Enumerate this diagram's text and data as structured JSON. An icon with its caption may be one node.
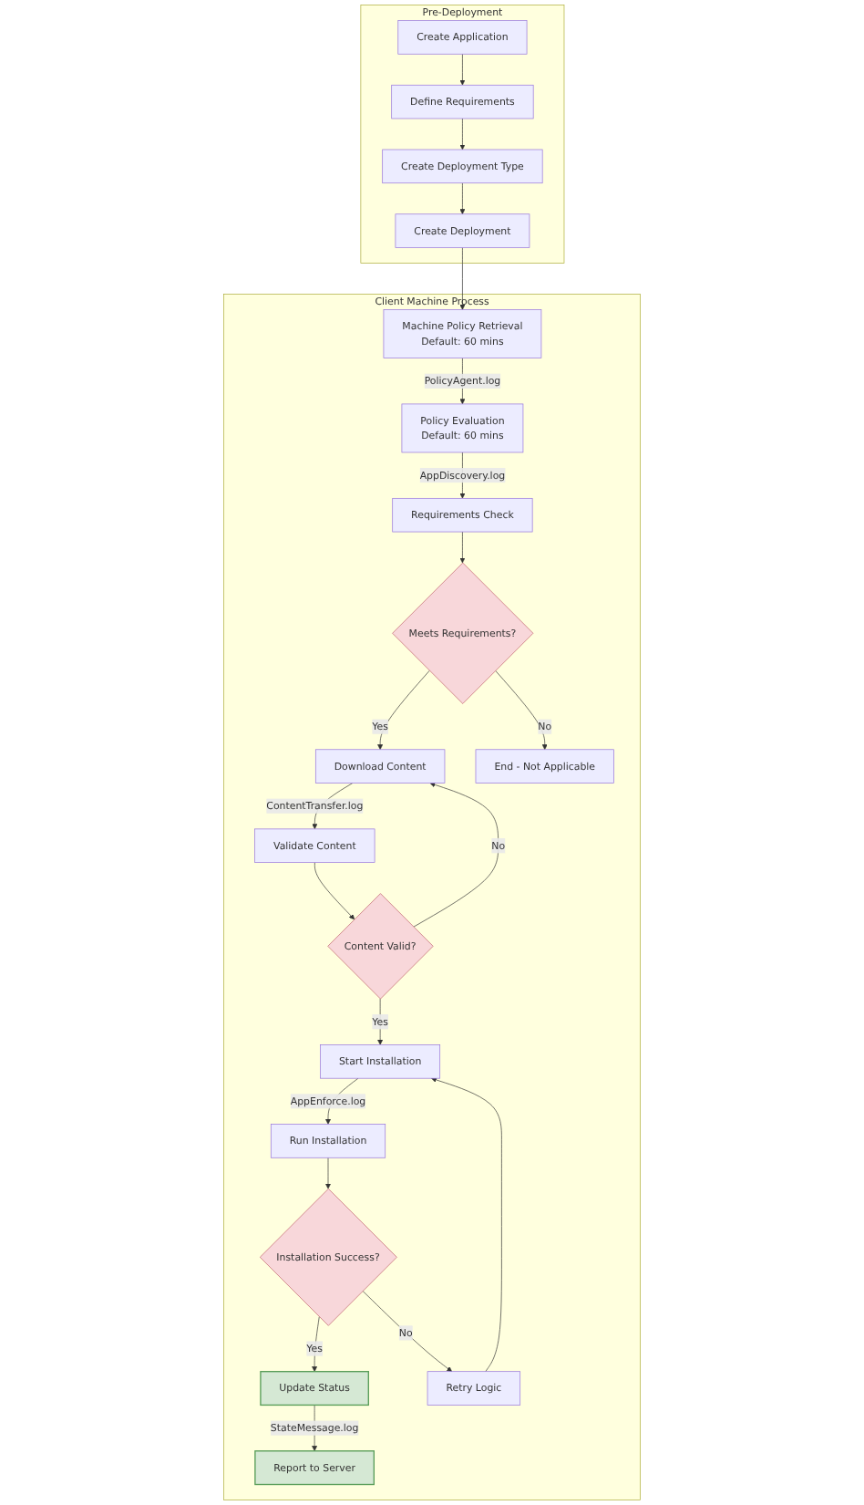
{
  "diagram": {
    "nodes": [
      {
        "text": [
          "Pre-Deployment"
        ]
      },
      {
        "text": [
          "Create Application"
        ],
        "in": 0
      },
      {
        "text": [
          "Define Requirements"
        ],
        "in": 0
      },
      {
        "text": [
          "Create Deployment Type"
        ],
        "in": 0
      },
      {
        "text": [
          "Create Deployment"
        ],
        "in": 0
      },
      {
        "text": [
          "Client Machine Process"
        ]
      },
      {
        "text": [
          "Machine Policy Retrieval",
          "Default: 60 mins"
        ],
        "in": 5
      },
      {
        "text": [
          "Policy Evaluation",
          "Default: 60 mins"
        ],
        "in": 5
      },
      {
        "text": [
          "Requirements Check"
        ],
        "in": 5
      },
      {
        "text": [
          "Meets Requirements?"
        ],
        "in": 5
      },
      {
        "text": [
          "Download Content"
        ],
        "in": 5
      },
      {
        "text": [
          "End - Not Applicable"
        ],
        "in": 5
      },
      {
        "text": [
          "Validate Content"
        ],
        "in": 5
      },
      {
        "text": [
          "Content Valid?"
        ],
        "in": 5
      },
      {
        "text": [
          "Start Installation"
        ],
        "in": 5
      },
      {
        "text": [
          "Run Installation"
        ],
        "in": 5
      },
      {
        "text": [
          "Installation Success?"
        ],
        "in": 5
      },
      {
        "text": [
          "Update Status"
        ],
        "in": 5
      },
      {
        "text": [
          "Retry Logic"
        ],
        "in": 5
      },
      {
        "text": [
          "Report to Server"
        ],
        "in": 5
      }
    ],
    "edges": [
      {
        "from": 1,
        "to": 2,
        "arrow": "to"
      },
      {
        "from": 2,
        "to": 3,
        "arrow": "to"
      },
      {
        "from": 3,
        "to": 4,
        "arrow": "to"
      },
      {
        "from": 4,
        "to": 6,
        "arrow": "to"
      },
      {
        "from": 6,
        "to": 7,
        "arrow": "to",
        "label": "PolicyAgent.log"
      },
      {
        "from": 7,
        "to": 8,
        "arrow": "to",
        "label": "AppDiscovery.log"
      },
      {
        "from": 8,
        "to": 9,
        "arrow": "to"
      },
      {
        "from": 9,
        "to": 10,
        "arrow": "to",
        "label": "Yes"
      },
      {
        "from": 9,
        "to": 11,
        "arrow": "to",
        "label": "No"
      },
      {
        "from": 10,
        "to": 12,
        "arrow": "to",
        "label": "ContentTransfer.log"
      },
      {
        "from": 12,
        "to": 13,
        "arrow": "to"
      },
      {
        "from": 13,
        "to": 14,
        "arrow": "to",
        "label": "Yes"
      },
      {
        "from": 13,
        "to": 10,
        "arrow": "to",
        "label": "No"
      },
      {
        "from": 14,
        "to": 15,
        "arrow": "to",
        "label": "AppEnforce.log"
      },
      {
        "from": 15,
        "to": 16,
        "arrow": "to"
      },
      {
        "from": 16,
        "to": 17,
        "arrow": "to",
        "label": "Yes"
      },
      {
        "from": 16,
        "to": 18,
        "arrow": "to",
        "label": "No"
      },
      {
        "from": 18,
        "to": 14,
        "arrow": "to"
      },
      {
        "from": 17,
        "to": 19,
        "arrow": "to",
        "label": "StateMessage.log"
      }
    ]
  }
}
